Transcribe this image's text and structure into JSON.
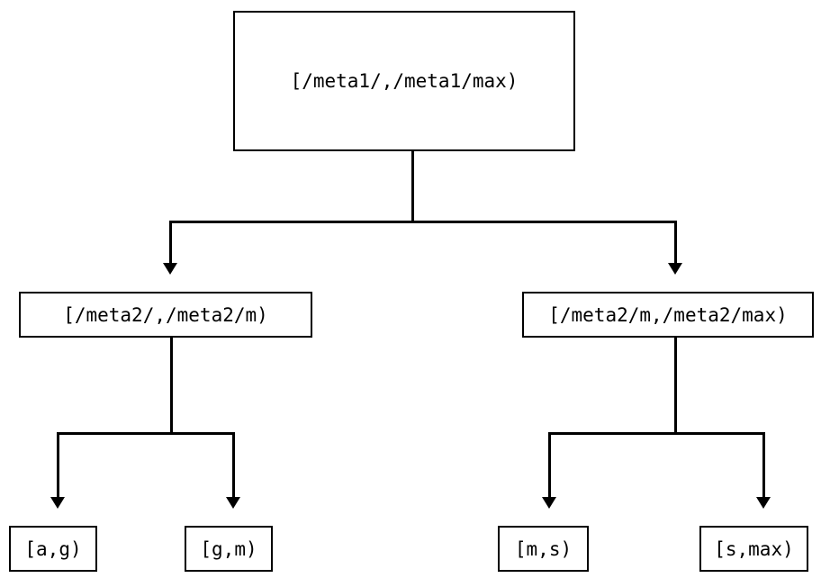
{
  "diagram": {
    "type": "tree",
    "title": "",
    "background_color": "#ffffff",
    "line_color": "#000000",
    "node_fill": "#ffffff",
    "node_border_color": "#000000",
    "nodes": {
      "root": {
        "label": "[/meta1/,/meta1/max)"
      },
      "mid_left": {
        "label": "[/meta2/,/meta2/m)"
      },
      "mid_right": {
        "label": "[/meta2/m,/meta2/max)"
      },
      "leaf_ag": {
        "label": "[a,g)"
      },
      "leaf_gm": {
        "label": "[g,m)"
      },
      "leaf_ms": {
        "label": "[m,s)"
      },
      "leaf_smax": {
        "label": "[s,max)"
      }
    },
    "edges": [
      {
        "from": "root",
        "to": "mid_left",
        "arrow": "down"
      },
      {
        "from": "root",
        "to": "mid_right",
        "arrow": "down"
      },
      {
        "from": "mid_left",
        "to": "leaf_ag",
        "arrow": "down"
      },
      {
        "from": "mid_left",
        "to": "leaf_gm",
        "arrow": "down"
      },
      {
        "from": "mid_right",
        "to": "leaf_ms",
        "arrow": "down"
      },
      {
        "from": "mid_right",
        "to": "leaf_smax",
        "arrow": "down"
      }
    ]
  }
}
